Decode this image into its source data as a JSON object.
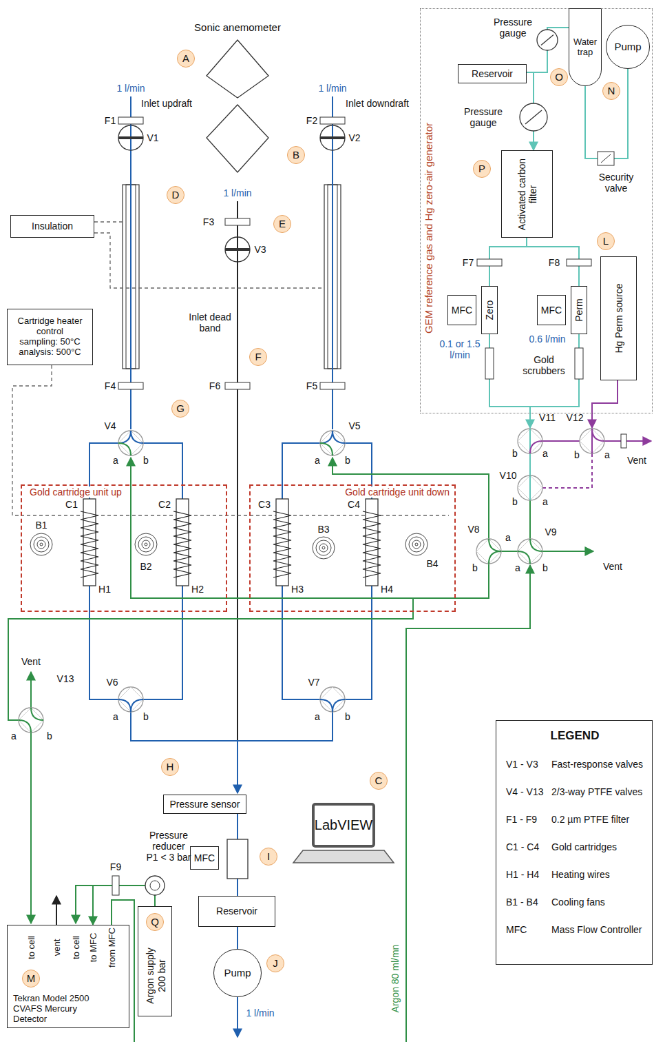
{
  "diagram": {
    "nodes": [
      {
        "text": [
          "Insulation"
        ]
      },
      {
        "text": [
          "GEM reference gas and Hg zero-air generator"
        ]
      },
      {
        "text": [
          "Reservoir"
        ],
        "in": 1
      },
      {
        "text": [
          "Water trap"
        ],
        "in": 1
      },
      {
        "text": [
          "Pump"
        ],
        "in": 1
      },
      {
        "text": [
          "Activated carbon filter"
        ],
        "in": 1
      },
      {
        "text": [
          "MFC"
        ],
        "in": 1
      },
      {
        "text": [
          "Zero"
        ],
        "in": 1
      },
      {
        "text": [
          "MFC"
        ],
        "in": 1
      },
      {
        "text": [
          "Perm"
        ],
        "in": 1
      },
      {
        "text": [
          "Hg Perm source"
        ],
        "in": 1
      },
      {
        "text": [
          "Cartridge heater control",
          "sampling: 50°C",
          "analysis: 500°C"
        ]
      },
      {
        "text": [
          "Gold cartridge unit up"
        ]
      },
      {
        "text": [
          "Gold cartridge unit down"
        ]
      },
      {
        "text": [
          "Pressure sensor"
        ]
      },
      {
        "text": [
          "LabVIEW"
        ]
      },
      {
        "text": [
          "MFC"
        ]
      },
      {
        "text": [
          "Reservoir"
        ]
      },
      {
        "text": [
          "Pump"
        ]
      },
      {
        "text": [
          "LEGEND",
          "V1 - V3",
          "Fast-response valves",
          "V4 - V13",
          "2/3-way PTFE valves",
          "F1 - F9",
          "0.2 µm PTFE filter",
          "C1 - C4",
          "Gold cartridges",
          "H1 - H4",
          "Heating wires",
          "B1 - B4",
          "Cooling fans",
          "MFC",
          "Mass Flow Controller"
        ]
      },
      {
        "text": [
          "to cell",
          "vent",
          "to cell",
          "to MFC",
          "from MFC",
          "Tekran Model 2500 CVAFS Mercury Detector"
        ]
      },
      {
        "text": [
          "Argon supply",
          "200 bar"
        ]
      }
    ],
    "edges": [
      {
        "from": 2,
        "to": 5,
        "arrow": "to"
      },
      {
        "from": 3,
        "to": 2,
        "arrow": "none"
      },
      {
        "from": 4,
        "to": 3,
        "arrow": "none"
      },
      {
        "from": 5,
        "to": 7,
        "arrow": "none"
      },
      {
        "from": 5,
        "to": 9,
        "arrow": "none"
      },
      {
        "from": 11,
        "to": 12,
        "arrow": "none"
      },
      {
        "from": 14,
        "to": 17,
        "arrow": "none"
      },
      {
        "from": 17,
        "to": 18,
        "arrow": "none"
      },
      {
        "from": 21,
        "to": 20,
        "arrow": "to"
      }
    ],
    "labels": [
      "Sonic anemometer",
      "A",
      "1 l/min",
      "Inlet updraft",
      "F1",
      "V1",
      "1 l/min",
      "Inlet downdraft",
      "F2",
      "V2",
      "B",
      "D",
      "1 l/min",
      "F3",
      "E",
      "V3",
      "Inlet dead band",
      "F",
      "F4",
      "F6",
      "F5",
      "G",
      "V4",
      "a",
      "b",
      "V5",
      "a",
      "b",
      "C1",
      "C2",
      "C3",
      "C4",
      "B1",
      "B2",
      "B3",
      "B4",
      "H1",
      "H2",
      "H3",
      "H4",
      "Vent",
      "V13",
      "V6",
      "V7",
      "a",
      "b",
      "a",
      "b",
      "a",
      "b",
      "H",
      "C",
      "I",
      "Pressure reducer P1 < 3 bar",
      "F9",
      "Q",
      "M",
      "J",
      "1 l/min",
      "Argon 80 ml/mn",
      "Pressure gauge",
      "O",
      "N",
      "Pressure gauge",
      "P",
      "Security valve",
      "F7",
      "F8",
      "L",
      "0.1 or 1.5 l/min",
      "0.6 l/min",
      "Gold scrubbers",
      "V11",
      "b",
      "a",
      "V12",
      "b",
      "a",
      "Vent",
      "V10",
      "b",
      "a",
      "V8",
      "a",
      "b",
      "V9",
      "a",
      "b",
      "Vent"
    ]
  }
}
